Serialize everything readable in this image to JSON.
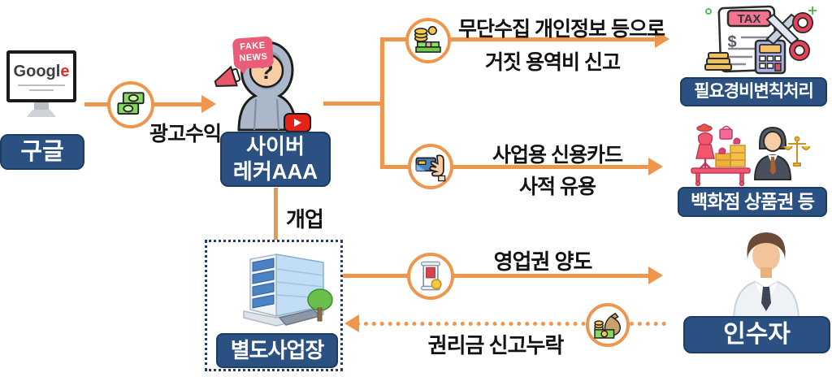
{
  "nodes": {
    "google": {
      "screen_text_main": "Googl",
      "screen_text_accent": "e",
      "label": "구글"
    },
    "wrecker": {
      "bubble_line1": "FAKE",
      "bubble_line2": "NEWS",
      "face_mark": "?",
      "label_line1": "사이버",
      "label_line2": "레커AAA"
    },
    "expense": {
      "label": "필요경비변칙처리",
      "tax_badge": "TAX",
      "dollar_sign": "$"
    },
    "store": {
      "label": "백화점 상품권 등"
    },
    "separate_business": {
      "label": "별도사업장"
    },
    "acquirer": {
      "label": "인수자"
    }
  },
  "edges": {
    "ad_revenue": {
      "label": "광고수익"
    },
    "false_service_fee": {
      "line1": "무단수집 개인정보 등으로",
      "line2": "거짓 용역비 신고"
    },
    "corporate_card": {
      "line1": "사업용 신용카드",
      "line2": "사적 유용"
    },
    "open_business": {
      "label": "개업"
    },
    "goodwill_transfer": {
      "label": "영업권 양도"
    },
    "premium_omission": {
      "label": "권리금 신고누락"
    }
  },
  "colors": {
    "accent_orange": "#F0954C",
    "navy_box": "#2A5182",
    "dotted_border_navy": "#1F3D6E",
    "fake_news_pink": "#EA5D78",
    "youtube_red": "#E62117",
    "google_accent_red": "#D93025"
  }
}
